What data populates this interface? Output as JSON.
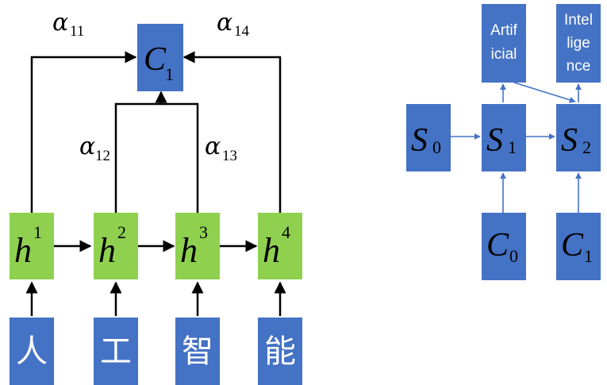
{
  "left_diagram": {
    "context": {
      "base": "C",
      "sub": "1"
    },
    "hidden_states": [
      {
        "base": "h",
        "sup": "1"
      },
      {
        "base": "h",
        "sup": "2"
      },
      {
        "base": "h",
        "sup": "3"
      },
      {
        "base": "h",
        "sup": "4"
      }
    ],
    "inputs": [
      "人",
      "工",
      "智",
      "能"
    ],
    "weights": [
      {
        "base": "α",
        "sub": "11"
      },
      {
        "base": "α",
        "sub": "12"
      },
      {
        "base": "α",
        "sub": "13"
      },
      {
        "base": "α",
        "sub": "14"
      }
    ]
  },
  "right_diagram": {
    "states": [
      {
        "base": "S",
        "sub": "0"
      },
      {
        "base": "S",
        "sub": "1"
      },
      {
        "base": "S",
        "sub": "2"
      }
    ],
    "contexts": [
      {
        "base": "C",
        "sub": "0"
      },
      {
        "base": "C",
        "sub": "1"
      }
    ],
    "outputs": [
      {
        "lines": [
          "Artif",
          "icial"
        ]
      },
      {
        "lines": [
          "Intel",
          "lige",
          "nce"
        ]
      }
    ]
  },
  "colors": {
    "blue_box": "#4472C4",
    "green_box": "#8FD14F",
    "arrow_black": "#000000",
    "arrow_blue": "#4472C4"
  }
}
